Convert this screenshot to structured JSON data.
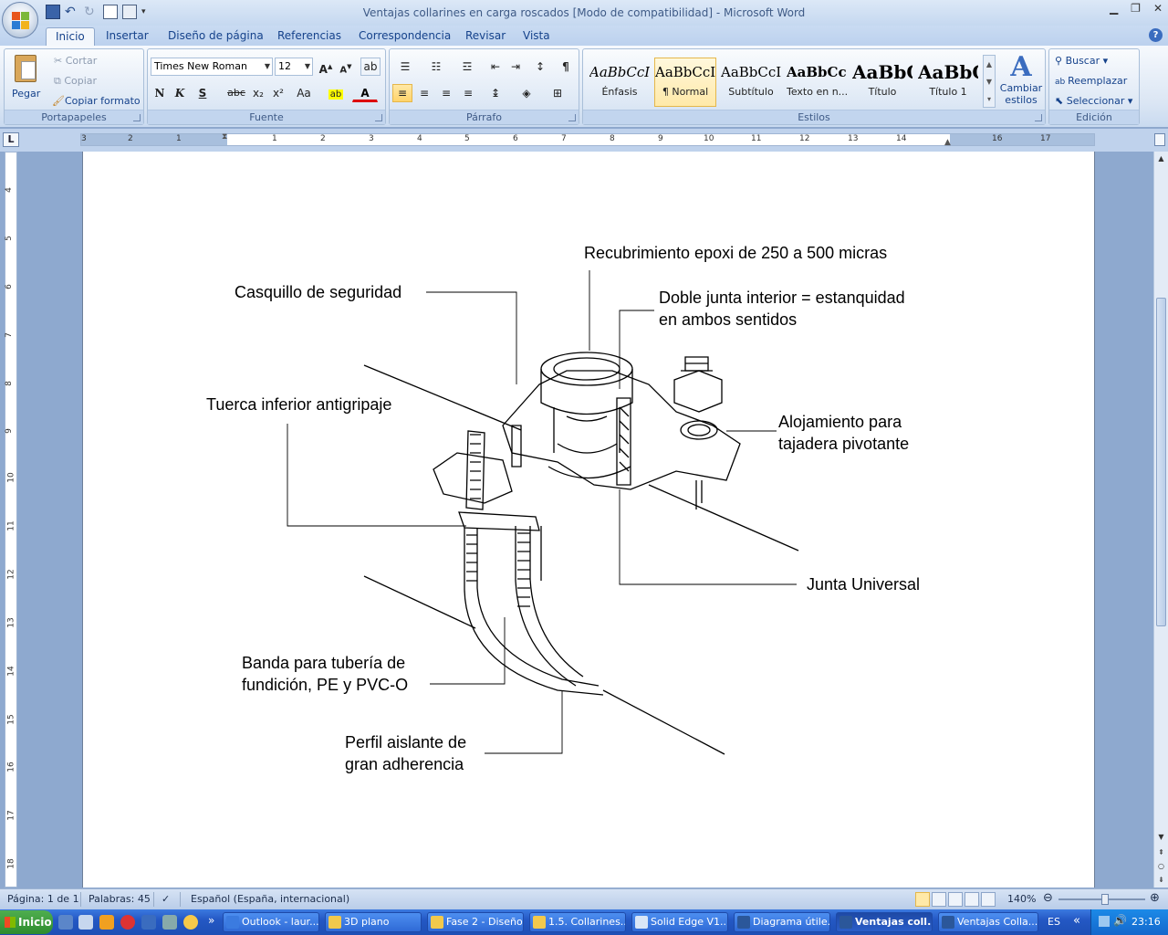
{
  "window": {
    "title": "Ventajas collarines en carga roscados [Modo de compatibilidad] - Microsoft Word"
  },
  "tabs": [
    "Inicio",
    "Insertar",
    "Diseño de página",
    "Referencias",
    "Correspondencia",
    "Revisar",
    "Vista"
  ],
  "ribbon": {
    "clipboard": {
      "paste": "Pegar",
      "cut": "Cortar",
      "copy": "Copiar",
      "format_painter": "Copiar formato",
      "label": "Portapapeles"
    },
    "font": {
      "family": "Times New Roman",
      "size": "12",
      "label": "Fuente",
      "bold": "N",
      "italic": "K",
      "underline": "S",
      "strike": "abc",
      "subscript": "x₂",
      "superscript": "x²",
      "case": "Aa",
      "font_color": "A"
    },
    "paragraph": {
      "label": "Párrafo",
      "show_marks": "¶"
    },
    "styles": {
      "label": "Estilos",
      "items": [
        {
          "sample": "AaBbCcI",
          "name": "Énfasis"
        },
        {
          "sample": "AaBbCcI",
          "name": "¶ Normal"
        },
        {
          "sample": "AaBbCcI",
          "name": "Subtítulo"
        },
        {
          "sample": "AaBbCcI",
          "name": "Texto en n..."
        },
        {
          "sample": "AaBbC",
          "name": "Título"
        },
        {
          "sample": "AaBbC",
          "name": "Título 1"
        }
      ],
      "change_styles": "Cambiar estilos"
    },
    "editing": {
      "label": "Edición",
      "find": "Buscar",
      "replace": "Reemplazar",
      "select": "Seleccionar"
    }
  },
  "ruler": {
    "h_numbers": [
      "3",
      "2",
      "1",
      "1",
      "2",
      "3",
      "4",
      "5",
      "6",
      "7",
      "8",
      "9",
      "10",
      "11",
      "12",
      "13",
      "14",
      "16",
      "17"
    ],
    "v_numbers": [
      "4",
      "5",
      "6",
      "7",
      "8",
      "9",
      "10",
      "11",
      "12",
      "13",
      "14",
      "15",
      "16",
      "17",
      "18"
    ]
  },
  "document": {
    "callouts": [
      {
        "id": "epoxi",
        "lines": [
          "Recubrimiento  epoxi de 250 a 500 micras"
        ]
      },
      {
        "id": "casquillo",
        "lines": [
          "Casquillo  de seguridad"
        ]
      },
      {
        "id": "doble",
        "lines": [
          "Doble junta interior = estanquidad",
          "en ambos sentidos"
        ]
      },
      {
        "id": "tuerca",
        "lines": [
          "Tuerca inferior antigripaje"
        ]
      },
      {
        "id": "alojamiento",
        "lines": [
          "Alojamiento para",
          "tajadera pivotante"
        ]
      },
      {
        "id": "junta",
        "lines": [
          "Junta Universal"
        ]
      },
      {
        "id": "banda",
        "lines": [
          "Banda para tubería de",
          "fundición, PE y PVC-O"
        ]
      },
      {
        "id": "perfil",
        "lines": [
          "Perfil aislante  de",
          "gran adherencia"
        ]
      }
    ]
  },
  "statusbar": {
    "page": "Página: 1 de 1",
    "words": "Palabras: 45",
    "language": "Español (España, internacional)",
    "zoom": "140%"
  },
  "taskbar": {
    "start": "Inicio",
    "buttons": [
      "Outlook - laur...",
      "3D plano",
      "Fase 2 - Diseño",
      "1.5. Collarines...",
      "Solid Edge V1...",
      "Diagrama útile...",
      "Ventajas coll...",
      "Ventajas Colla..."
    ],
    "lang": "ES",
    "clock": "23:16"
  },
  "colors": {
    "ribbon_text": "#15428b",
    "selected_style": "#ffe9a8",
    "taskbar": "#2458c4",
    "start_green": "#3a9a3a"
  }
}
